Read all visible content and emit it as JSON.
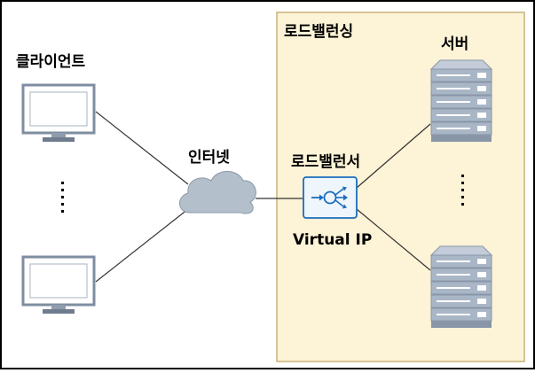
{
  "labels": {
    "lb_region": "로드밸런싱",
    "servers": "서버",
    "clients": "클라이언트",
    "internet": "인터넷",
    "load_balancer": "로드밸런서",
    "virtual_ip": "Virtual IP"
  },
  "icons": {
    "monitor": "monitor-icon",
    "cloud": "cloud-icon",
    "load_balancer": "load-balancer-icon",
    "server": "server-rack-icon"
  },
  "colors": {
    "region_fill": "#fdf3d6",
    "region_border": "#c9b27a",
    "monitor_border": "#7f8da0",
    "monitor_screen": "#ffffff",
    "cloud_fill": "#b4bfcc",
    "lb_fill": "#eef5fb",
    "lb_accent": "#1c6dbd",
    "server_fill": "#a9b6c6",
    "line": "#333333"
  }
}
